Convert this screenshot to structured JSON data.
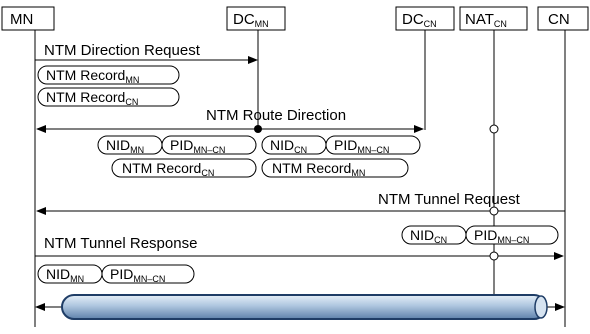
{
  "nodes": {
    "mn": "MN",
    "dc_mn": {
      "base": "DC",
      "sub": "MN"
    },
    "dc_cn": {
      "base": "DC",
      "sub": "CN"
    },
    "nat_cn": {
      "base": "NAT",
      "sub": "CN"
    },
    "cn": "CN"
  },
  "messages": {
    "direction_request": "NTM Direction Request",
    "route_direction": "NTM Route Direction",
    "tunnel_request": "NTM Tunnel Request",
    "tunnel_response": "NTM Tunnel Response"
  },
  "fields": {
    "record_mn": {
      "base": "NTM Record",
      "sub": "MN"
    },
    "record_cn": {
      "base": "NTM Record",
      "sub": "CN"
    },
    "nid_mn": {
      "base": "NID",
      "sub": "MN"
    },
    "nid_cn": {
      "base": "NID",
      "sub": "CN"
    },
    "pid_mn_cn": {
      "base": "PID",
      "sub": "MN–CN"
    }
  },
  "colors": {
    "tunnel_fill": "#aec6df",
    "tunnel_stroke": "#1f3d66",
    "line": "#000000"
  }
}
